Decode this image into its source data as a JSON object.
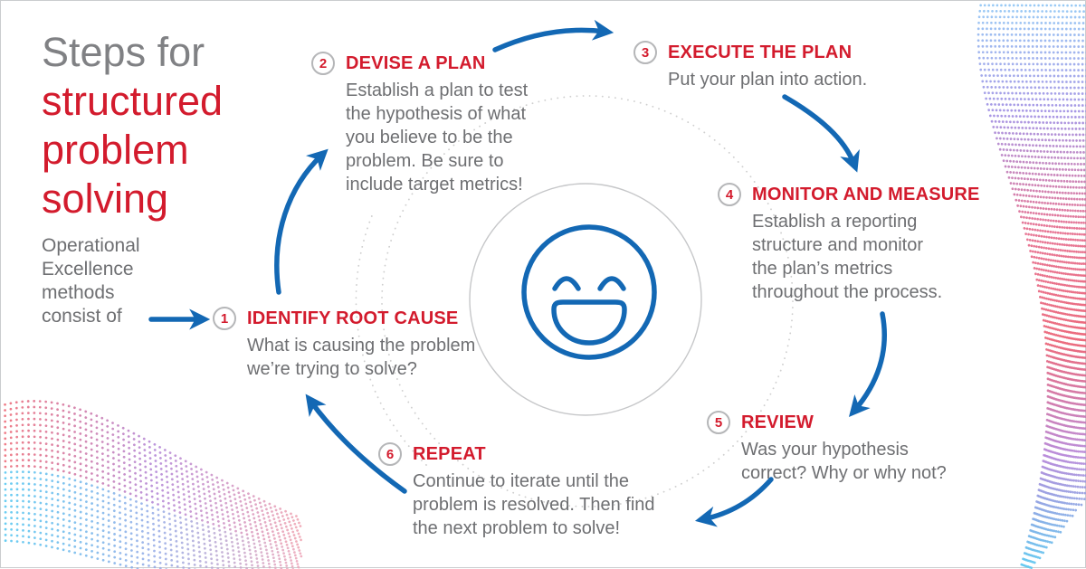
{
  "title": {
    "prefix": "Steps for",
    "highlight": "structured\nproblem\nsolving"
  },
  "intro": {
    "text": "Operational\nExcellence\nmethods\nconsist of"
  },
  "steps": [
    {
      "number": "1",
      "heading": "IDENTIFY ROOT CAUSE",
      "description": "What is causing the problem\nwe’re trying to solve?"
    },
    {
      "number": "2",
      "heading": "DEVISE A PLAN",
      "description": "Establish a plan to test\nthe hypothesis of what\nyou believe to be the\nproblem. Be sure to\ninclude target metrics!"
    },
    {
      "number": "3",
      "heading": "EXECUTE THE PLAN",
      "description": "Put your plan into action."
    },
    {
      "number": "4",
      "heading": "MONITOR AND MEASURE",
      "description": "Establish a reporting\nstructure and monitor\nthe plan’s metrics\nthroughout the process."
    },
    {
      "number": "5",
      "heading": "REVIEW",
      "description": "Was your hypothesis\ncorrect? Why or why not?"
    },
    {
      "number": "6",
      "heading": "REPEAT",
      "description": "Continue to iterate until the\nproblem is resolved. Then find\nthe next problem to solve!"
    }
  ],
  "center_icon": "smiley-face-icon",
  "colors": {
    "accent_red": "#d31b2d",
    "text_gray": "#6e6f72",
    "title_gray": "#808184",
    "arrow_blue": "#1368b4",
    "circle_gray": "#c6c7c9",
    "badge_border_gray": "#b5b6b8",
    "right_wave_stops": [
      "#8ec7f5",
      "#9f8ce2",
      "#e4688a",
      "#ea5f72",
      "#b585d8",
      "#58c8f0"
    ],
    "left_wave_top_stops": [
      "#ed6470",
      "#b083d6",
      "#f2a3ad"
    ],
    "left_wave_bottom_stops": [
      "#4ec5f0",
      "#93a9e6",
      "#f2a3b5"
    ]
  }
}
